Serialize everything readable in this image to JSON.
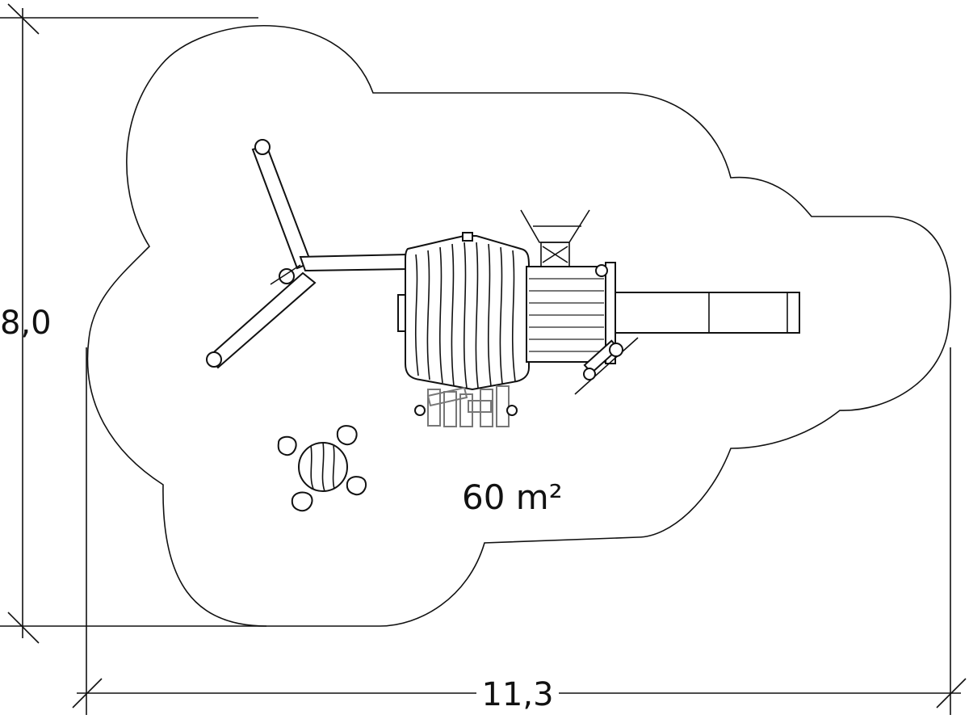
{
  "dimensions": {
    "height_label": "8,0",
    "width_label": "11,3"
  },
  "area_label": "60 m²",
  "colors": {
    "line": "#111111",
    "background": "#ffffff",
    "detail": "#777777"
  }
}
